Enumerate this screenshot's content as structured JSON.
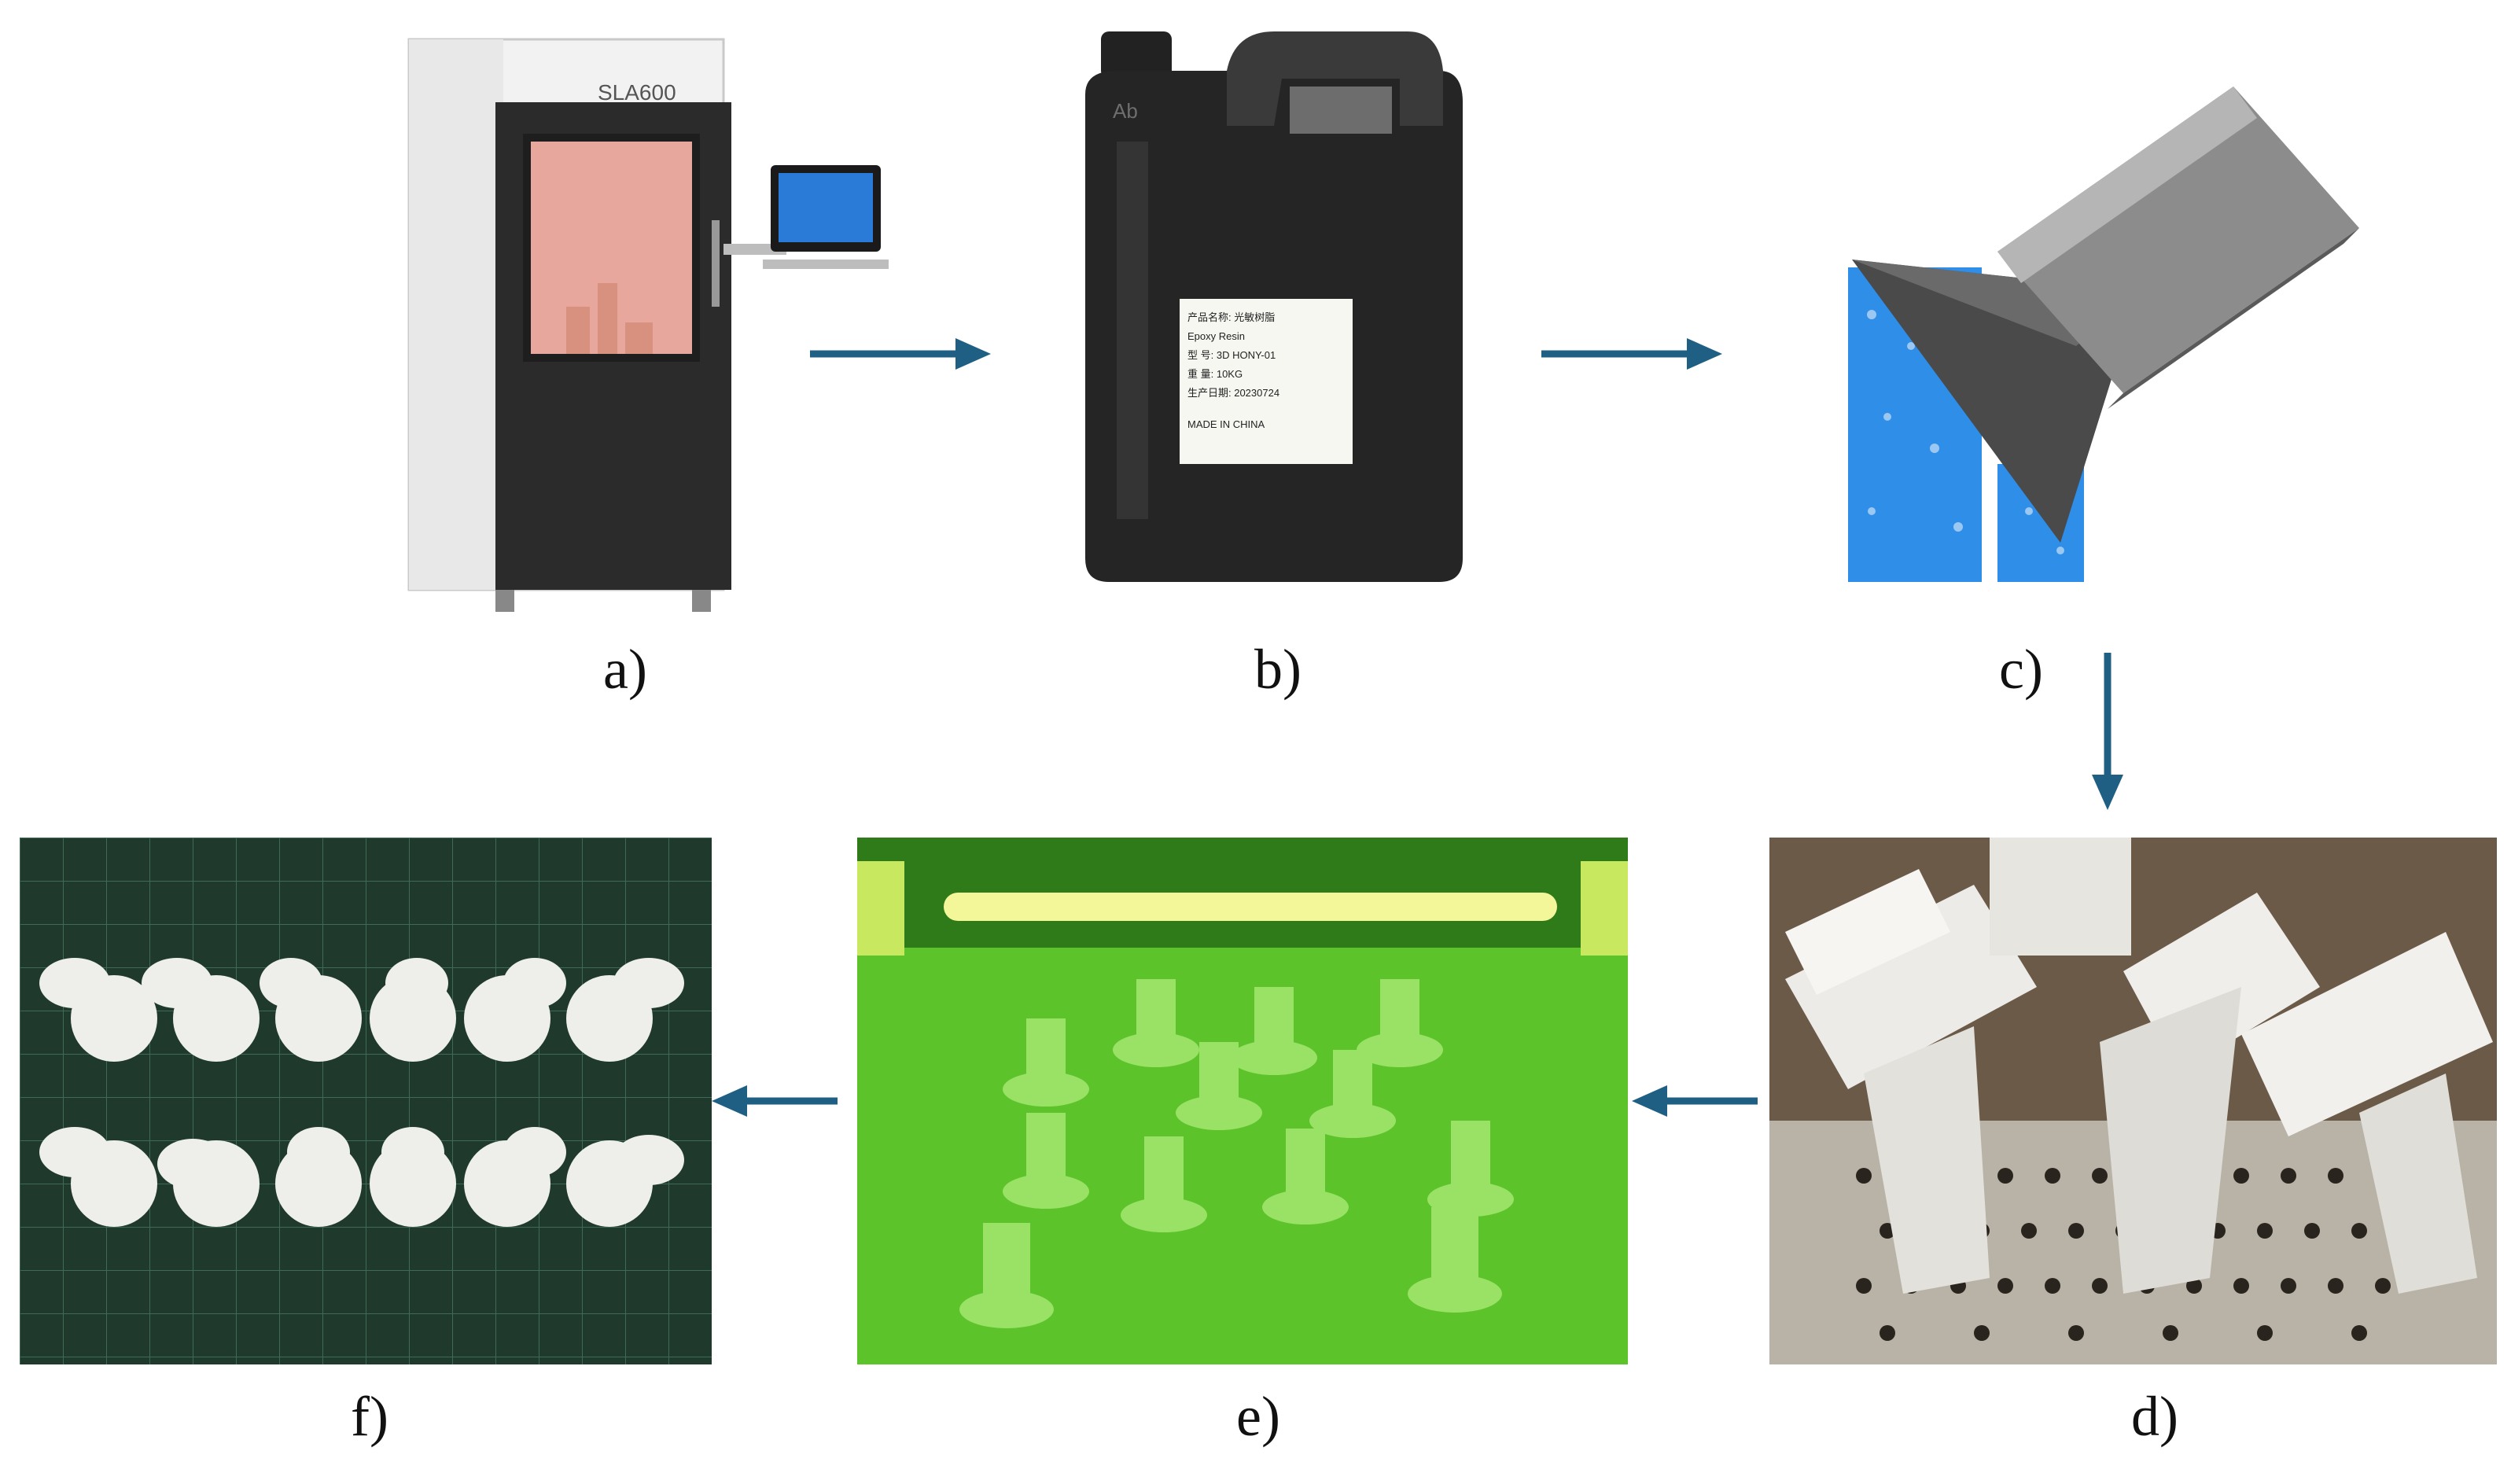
{
  "panels": {
    "a": {
      "label": "a)",
      "machine_text": "SLA600"
    },
    "b": {
      "label": "b)",
      "bottle_text": "Ab",
      "sticker_lines": [
        "产品名称: 光敏树脂",
        "Epoxy Resin",
        "型    号: 3D HONY-01",
        "重    量: 10KG",
        "生产日期: 20230724",
        "MADE IN CHINA"
      ]
    },
    "c": {
      "label": "c)"
    },
    "d": {
      "label": "d)"
    },
    "e": {
      "label": "e)"
    },
    "f": {
      "label": "f)"
    }
  },
  "colors": {
    "arrow": "#1f5f84",
    "support_blue": "#2f8ee8",
    "cure_green": "#5cc42a",
    "mat_green": "#1f3a2c"
  }
}
